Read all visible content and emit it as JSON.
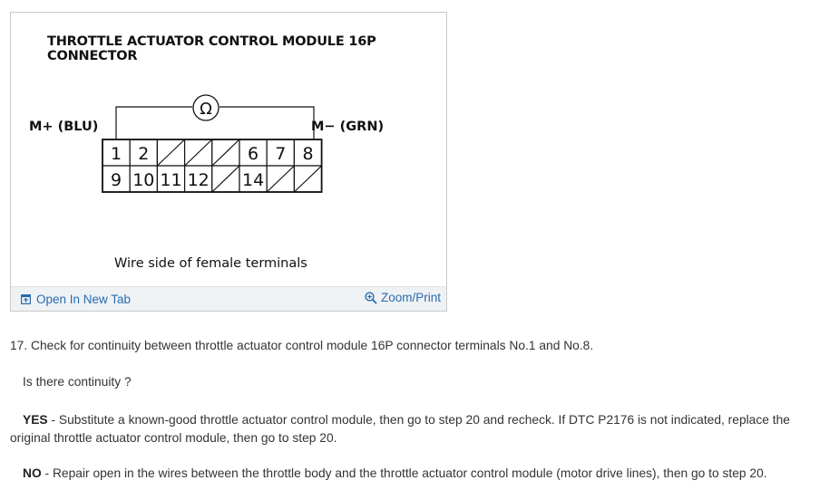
{
  "diagram": {
    "title_line1": "THROTTLE ACTUATOR CONTROL MODULE 16P",
    "title_line2": "CONNECTOR",
    "left_label": "M+ (BLU)",
    "right_label": "M− (GRN)",
    "meter_symbol": "Ω",
    "caption": "Wire side of female terminals",
    "top_row": [
      "1",
      "2",
      "",
      "",
      "",
      "6",
      "7",
      "8"
    ],
    "bottom_row": [
      "9",
      "10",
      "11",
      "12",
      "",
      "14",
      "",
      ""
    ]
  },
  "footer": {
    "open_label": "Open In New Tab",
    "zoom_label": "Zoom/Print",
    "link_color": "#2a6cad"
  },
  "content": {
    "step_text": "17. Check for continuity between throttle actuator control module 16P connector terminals No.1 and No.8.",
    "question": "Is there continuity ?",
    "yes_label": "YES",
    "yes_text": " - Substitute a known-good throttle actuator control module, then go to step 20 and recheck. If DTC P2176 is not indicated, replace the original throttle actuator control module, then go to step 20.",
    "no_label": "NO",
    "no_text": " - Repair open in the wires between the throttle body and the throttle actuator control module (motor drive lines), then go to step 20."
  }
}
